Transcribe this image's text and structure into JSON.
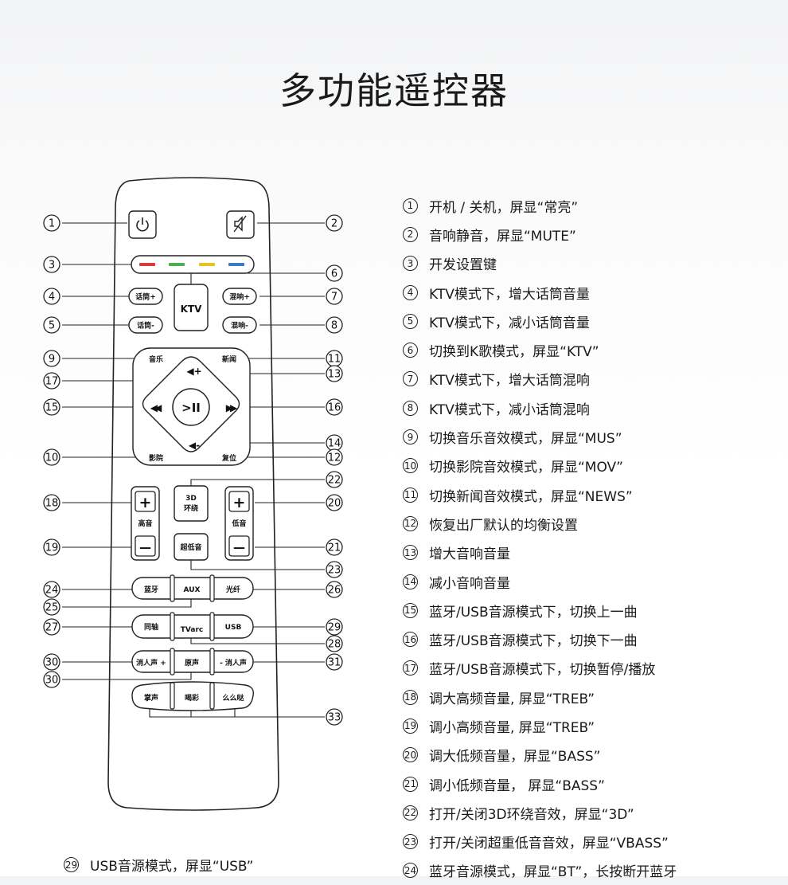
{
  "title": "多功能遥控器",
  "remote": {
    "buttons": {
      "mic_up": "话筒+",
      "mic_down": "话筒-",
      "ktv": "KTV",
      "echo_up": "混响+",
      "echo_down": "混响-",
      "music": "音乐",
      "news": "新闻",
      "cinema": "影院",
      "reset": "复位",
      "vol_up": "◀+",
      "vol_down": "◀-",
      "prev": "◀◀",
      "next": "▶▶",
      "play_pause": ">II",
      "plus": "+",
      "minus": "—",
      "treble": "高音",
      "bass": "低音",
      "surround_line1": "3D",
      "surround_line2": "环绕",
      "subwoofer": "超低音",
      "bluetooth": "蓝牙",
      "aux": "AUX",
      "optical": "光纤",
      "coaxial": "同轴",
      "tvarc": "TVarc",
      "usb": "USB",
      "vocal_cut_plus": "消人声 +",
      "original_vocal": "原声",
      "vocal_cut_minus": "- 消人声",
      "applause": "掌声",
      "cheer": "喝彩",
      "kiss": "么么哒"
    },
    "callouts": {
      "c1": "1",
      "c2": "2",
      "c3": "3",
      "c4": "4",
      "c5": "5",
      "c6": "6",
      "c7": "7",
      "c8": "8",
      "c9": "9",
      "c10": "10",
      "c11": "11",
      "c12": "12",
      "c13": "13",
      "c14": "14",
      "c15": "15",
      "c16": "16",
      "c17": "17",
      "c18": "18",
      "c19": "19",
      "c20": "20",
      "c21": "21",
      "c22": "22",
      "c23": "23",
      "c24": "24",
      "c25": "25",
      "c26": "26",
      "c27": "27",
      "c28": "28",
      "c29": "29",
      "c30a": "30",
      "c31": "31",
      "c30b": "30",
      "c33": "33"
    },
    "color_keys": [
      "#d93b3b",
      "#4cae4c",
      "#e8c21e",
      "#3a78c9"
    ]
  },
  "legend": [
    {
      "num": "1",
      "text": "开机 / 关机，屏显“常亮”"
    },
    {
      "num": "2",
      "text": "音响静音，屏显“MUTE”"
    },
    {
      "num": "3",
      "text": "开发设置键"
    },
    {
      "num": "4",
      "text": "KTV模式下，增大话筒音量"
    },
    {
      "num": "5",
      "text": "KTV模式下，减小话筒音量"
    },
    {
      "num": "6",
      "text": "切换到K歌模式，屏显“KTV”"
    },
    {
      "num": "7",
      "text": "KTV模式下，增大话筒混响"
    },
    {
      "num": "8",
      "text": "KTV模式下，减小话筒混响"
    },
    {
      "num": "9",
      "text": "切换音乐音效模式，屏显“MUS”"
    },
    {
      "num": "10",
      "text": "切换影院音效模式，屏显“MOV”"
    },
    {
      "num": "11",
      "text": "切换新闻音效模式，屏显“NEWS”"
    },
    {
      "num": "12",
      "text": "恢复出厂默认的均衡设置"
    },
    {
      "num": "13",
      "text": "增大音响音量"
    },
    {
      "num": "14",
      "text": "减小音响音量"
    },
    {
      "num": "15",
      "text": "蓝牙/USB音源模式下，切换上一曲"
    },
    {
      "num": "16",
      "text": "蓝牙/USB音源模式下，切换下一曲"
    },
    {
      "num": "17",
      "text": "蓝牙/USB音源模式下，切换暂停/播放"
    },
    {
      "num": "18",
      "text": "调大高频音量, 屏显“TREB”"
    },
    {
      "num": "19",
      "text": "调小高频音量, 屏显“TREB”"
    },
    {
      "num": "20",
      "text": "调大低频音量，屏显“BASS”"
    },
    {
      "num": "21",
      "text": "调小低频音量，  屏显“BASS”"
    },
    {
      "num": "22",
      "text": "打开/关闭3D环绕音效，屏显“3D”"
    },
    {
      "num": "23",
      "text": "打开/关闭超重低音音效，屏显“VBASS”"
    },
    {
      "num": "24",
      "text": "蓝牙音源模式，屏显“BT”，长按断开蓝牙"
    }
  ],
  "footnote": {
    "num": "29",
    "text": "USB音源模式，屏显“USB”"
  }
}
